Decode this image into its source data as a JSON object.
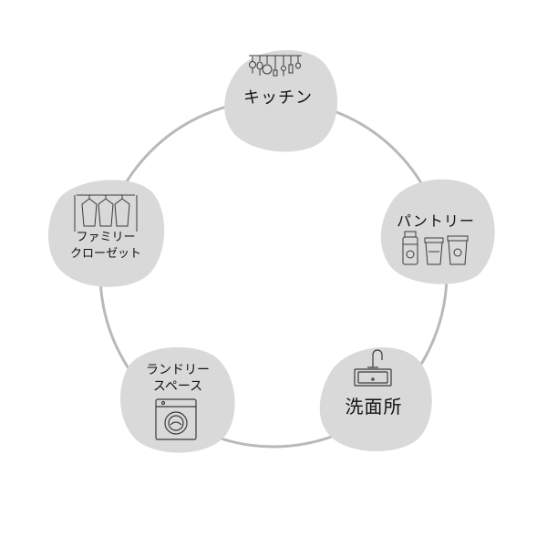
{
  "colors": {
    "ring": "#b9b9b9",
    "blob": "#d9d9d9",
    "line": "#3a3a3a",
    "text": "#111111"
  },
  "nodes": {
    "kitchen": {
      "label": "キッチン",
      "icon": "hanging-utensils-icon"
    },
    "pantry": {
      "label": "パントリー",
      "icon": "storage-jars-icon"
    },
    "washroom": {
      "label": "洗面所",
      "icon": "sink-faucet-icon"
    },
    "laundry": {
      "label_line1": "ランドリー",
      "label_line2": "スペース",
      "icon": "washing-machine-icon"
    },
    "closet": {
      "label_line1": "ファミリー",
      "label_line2": "クローゼット",
      "icon": "clothes-rack-icon"
    }
  }
}
